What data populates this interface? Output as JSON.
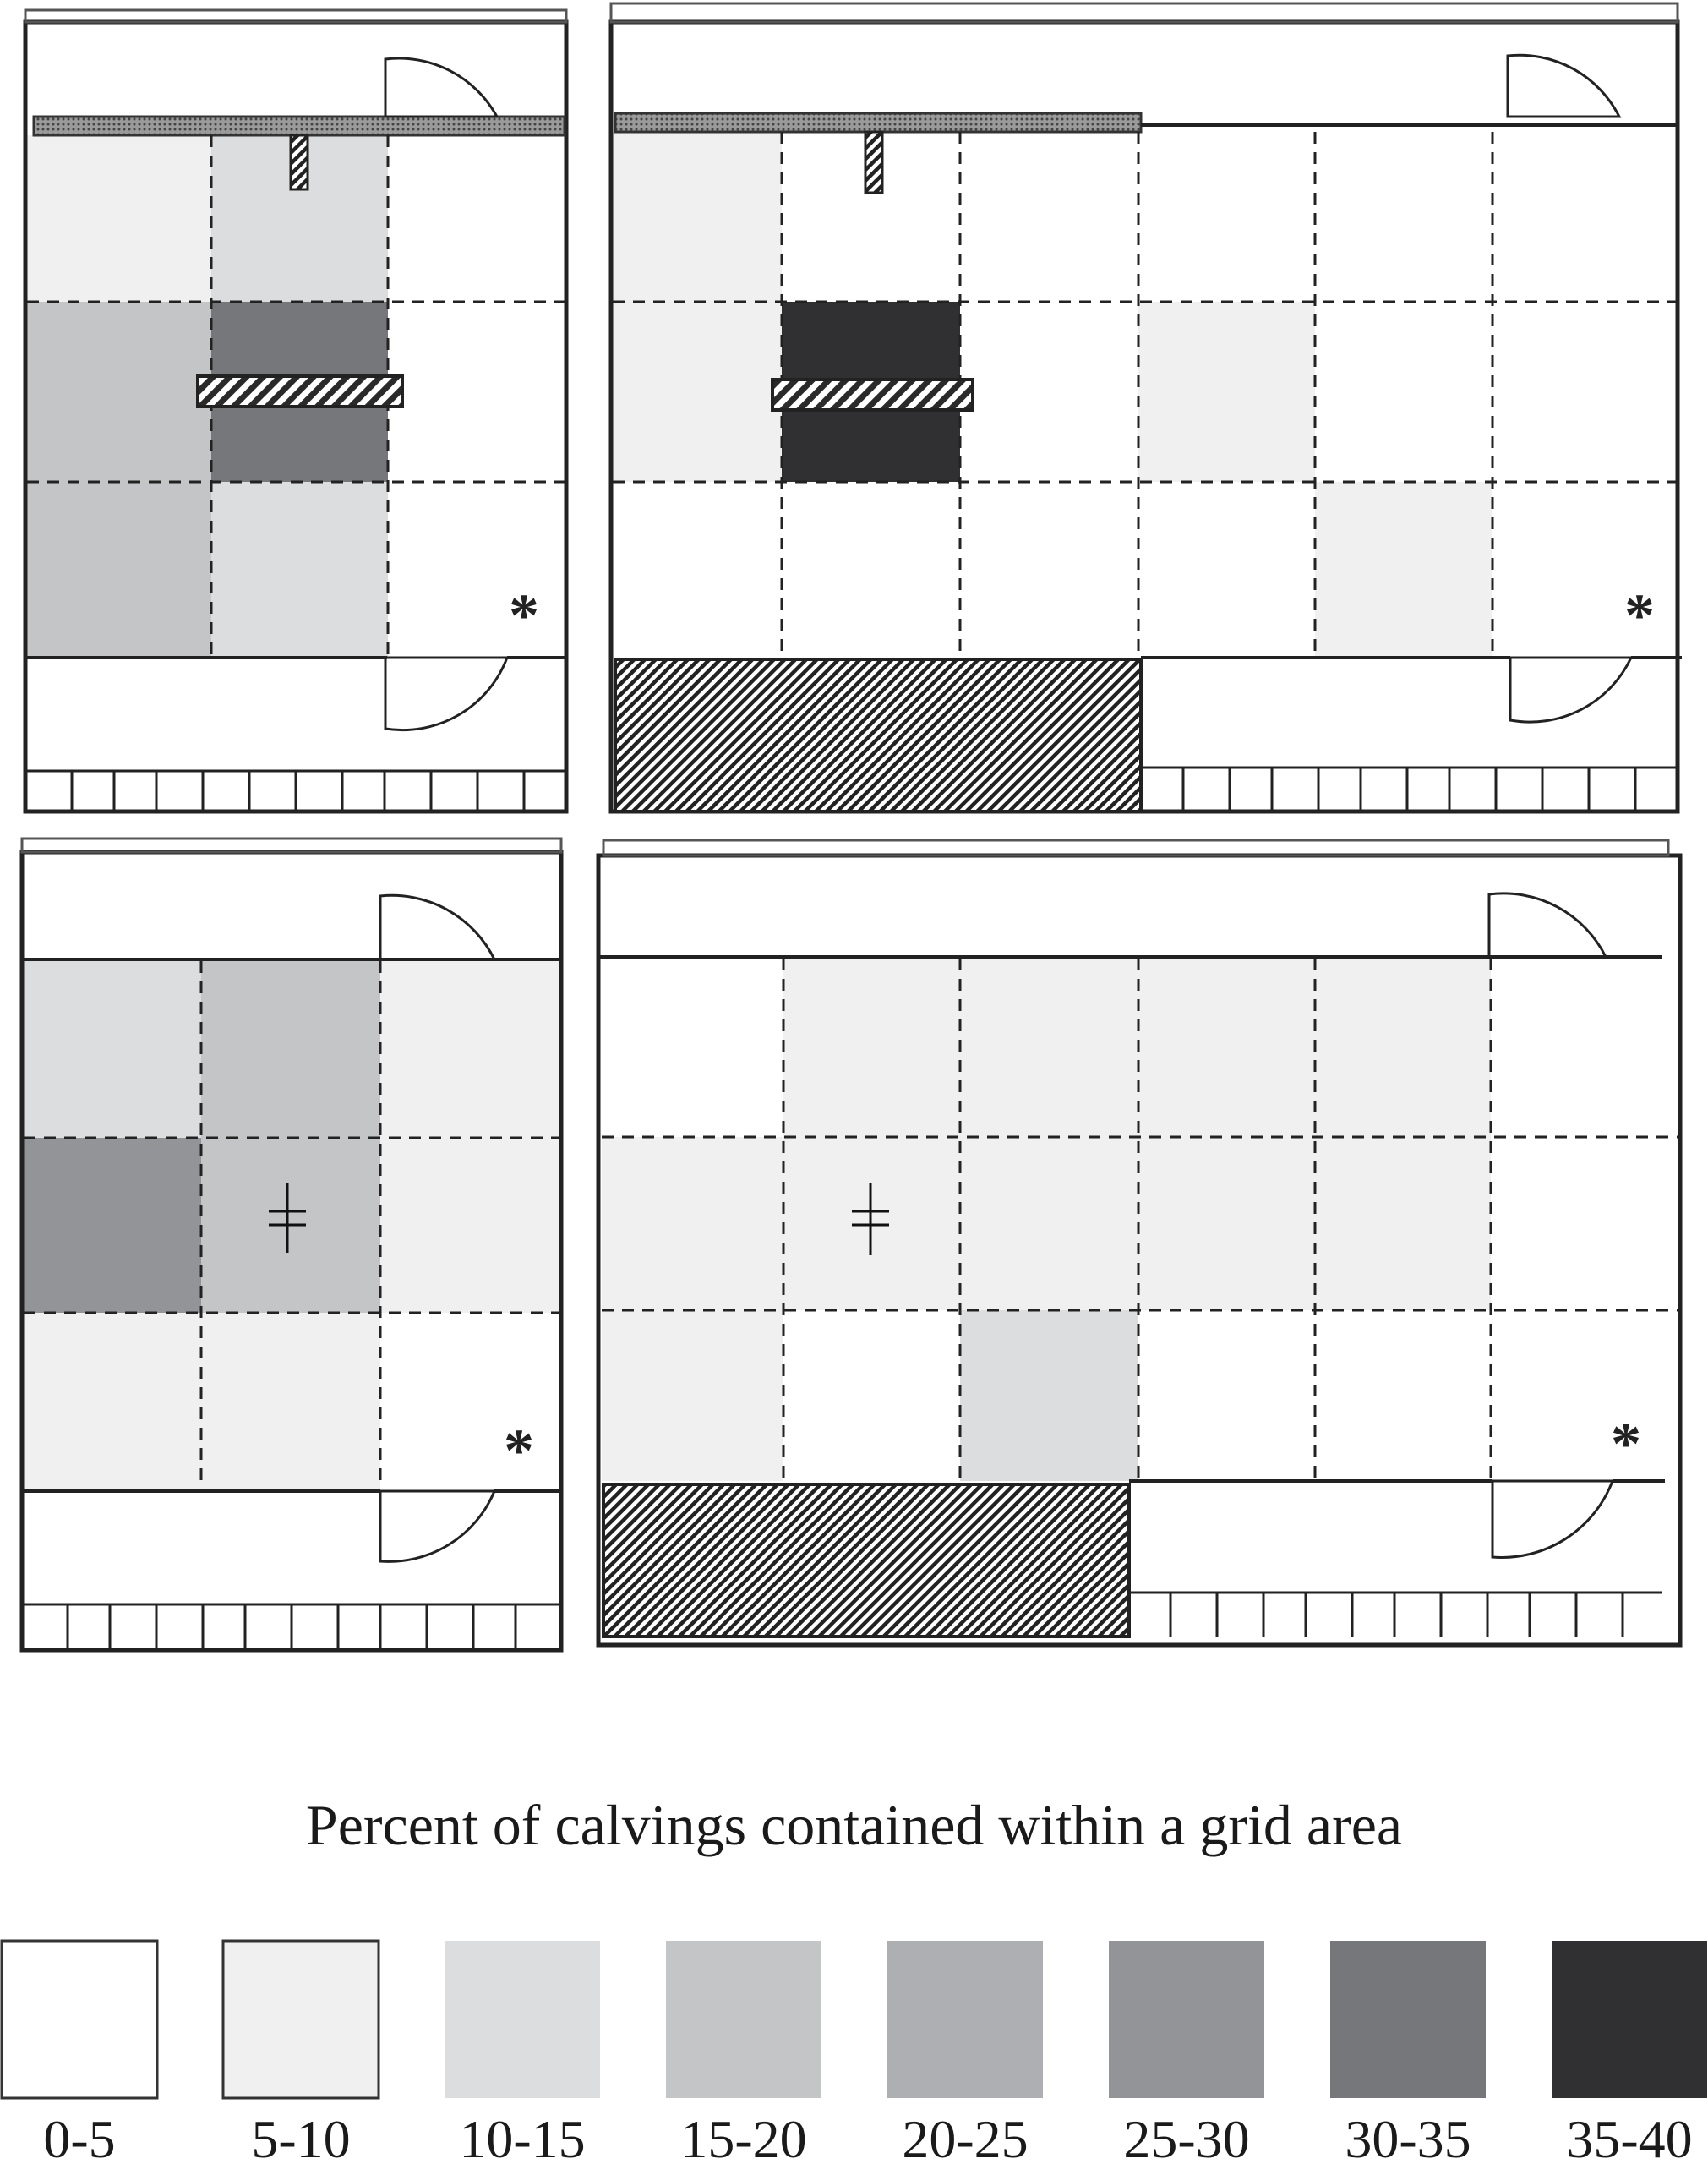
{
  "legend": {
    "title": "Percent of calvings contained within a grid area",
    "bins": [
      {
        "label": "0-5",
        "color": "#ffffff"
      },
      {
        "label": "5-10",
        "color": "#f0f0f1"
      },
      {
        "label": "10-15",
        "color": "#dcdddf"
      },
      {
        "label": "15-20",
        "color": "#c4c5c7"
      },
      {
        "label": "20-25",
        "color": "#aeafb2"
      },
      {
        "label": "25-30",
        "color": "#939497"
      },
      {
        "label": "30-35",
        "color": "#76777a"
      },
      {
        "label": "35-40",
        "color": "#302f31"
      }
    ]
  },
  "panels": [
    {
      "id": "top-left",
      "marker": "*",
      "grid": [
        [
          1,
          2,
          0
        ],
        [
          3,
          6,
          0
        ],
        [
          3,
          2,
          0
        ]
      ]
    },
    {
      "id": "top-right",
      "marker": "*",
      "grid": [
        [
          1,
          0,
          0,
          0,
          0,
          0
        ],
        [
          1,
          7,
          0,
          1,
          0,
          0
        ],
        [
          0,
          0,
          0,
          0,
          1,
          0
        ]
      ]
    },
    {
      "id": "bottom-left",
      "marker": "*",
      "grid": [
        [
          2,
          3,
          1
        ],
        [
          5,
          3,
          1
        ],
        [
          1,
          1,
          0
        ]
      ]
    },
    {
      "id": "bottom-right",
      "marker": "*",
      "grid": [
        [
          0,
          1,
          1,
          1,
          1,
          0
        ],
        [
          1,
          1,
          1,
          1,
          1,
          0
        ],
        [
          1,
          0,
          2,
          0,
          0,
          0
        ]
      ]
    }
  ]
}
